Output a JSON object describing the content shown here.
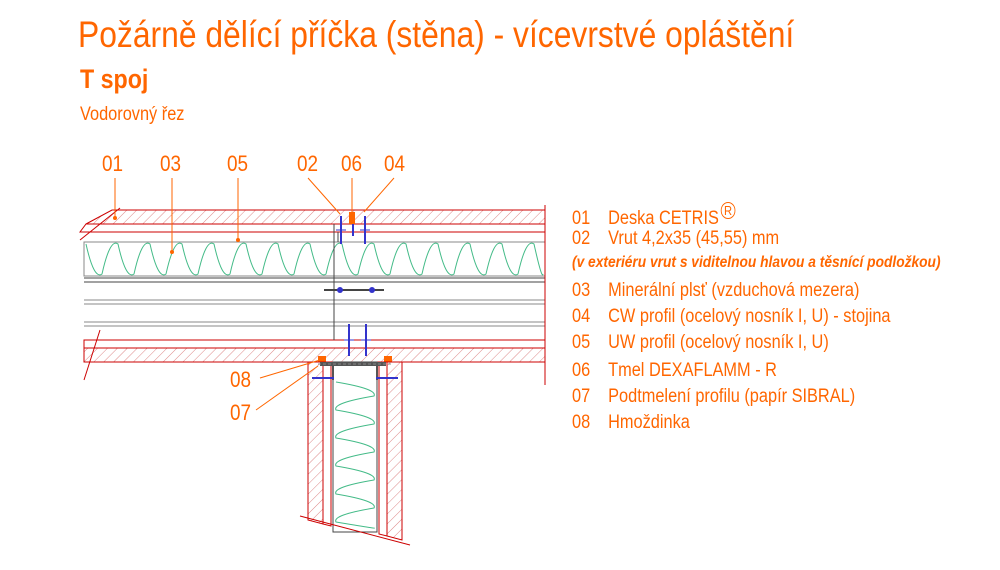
{
  "header": {
    "title": "Požárně dělící příčka (stěna) - vícevrstvé opláštění",
    "subtitle": "T spoj",
    "section": "Vodorovný řez"
  },
  "callouts": {
    "c01": "01",
    "c03": "03",
    "c05": "05",
    "c02": "02",
    "c06": "06",
    "c04": "04",
    "c08": "08",
    "c07": "07"
  },
  "legend": [
    {
      "num": "01",
      "text": "Deska CETRIS",
      "mark": "R"
    },
    {
      "num": "02",
      "text": "Vrut 4,2x35 (45,55) mm"
    },
    {
      "num": "03",
      "text": "Minerální plsť (vzduchová mezera)"
    },
    {
      "num": "04",
      "text": "CW profil (ocelový nosník I, U) - stojina"
    },
    {
      "num": "05",
      "text": "UW profil (ocelový nosník I, U)"
    },
    {
      "num": "06",
      "text": "Tmel DEXAFLAMM - R"
    },
    {
      "num": "07",
      "text": "Podtmelení profilu (papír SIBRAL)"
    },
    {
      "num": "08",
      "text": "Hmoždinka"
    }
  ],
  "legend_note": "(v exteriéru vrut s viditelnou hlavou a těsnící podložkou)",
  "colors": {
    "text": "#ff6600",
    "board_outline": "#cc0000",
    "board_hatch": "#dd8888",
    "insulation": "#44bb88",
    "steel": "#444444",
    "screw": "#3333cc"
  }
}
